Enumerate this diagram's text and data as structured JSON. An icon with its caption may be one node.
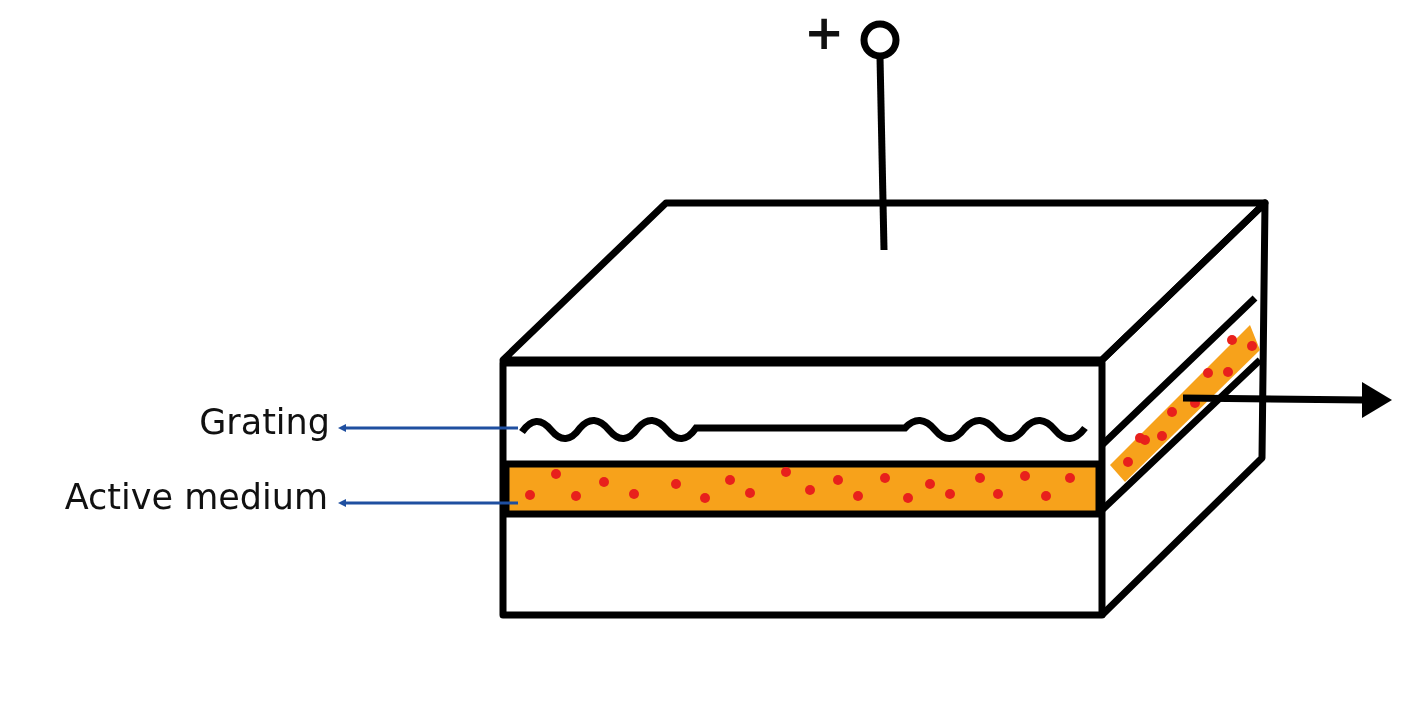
{
  "diagram": {
    "nodes": [
      {
        "text": [
          "Grating"
        ]
      },
      {
        "text": [
          "Active medium"
        ]
      },
      {
        "text": [],
        "shape": "picture"
      },
      {
        "text": [],
        "shape": "bar"
      }
    ],
    "edges": [
      {
        "from": 2,
        "to": 0,
        "arrow": "to",
        "color": "#1f4fa0"
      },
      {
        "from": 3,
        "to": 1,
        "arrow": "to",
        "color": "#1f4fa0"
      }
    ],
    "labels": [
      "+"
    ]
  }
}
